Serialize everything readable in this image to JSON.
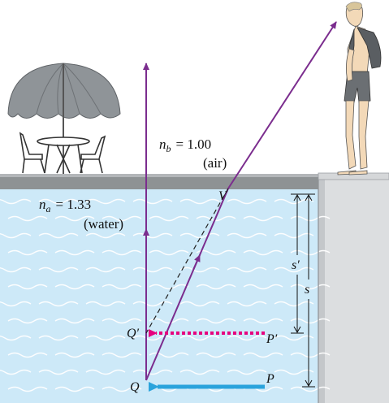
{
  "labels": {
    "n_b": {
      "sym": "n",
      "sub": "b",
      "eq": "= 1.00",
      "medium": "(air)"
    },
    "n_a": {
      "sym": "n",
      "sub": "a",
      "eq": "= 1.33",
      "medium": "(water)"
    },
    "V": "V",
    "Q_prime": "Q′",
    "P_prime": "P′",
    "Q": "Q",
    "P": "P",
    "s_prime": "s′",
    "s": "s"
  },
  "colors": {
    "water_fill": "#cde9f8",
    "water_wave": "#ffffff",
    "deck": "#8e9294",
    "pool_wall": "#d8dadc",
    "ray": "#7b2d8e",
    "object_arrow": "#2aa3dc",
    "image_arrow": "#e6007e",
    "dashed_line": "#222222",
    "umbrella": "#8f9498",
    "text": "#111111"
  },
  "icons": {
    "umbrella": "patio-umbrella-icon",
    "table": "patio-table-icon",
    "chairs": "patio-chair-icon",
    "person": "standing-person-icon"
  }
}
